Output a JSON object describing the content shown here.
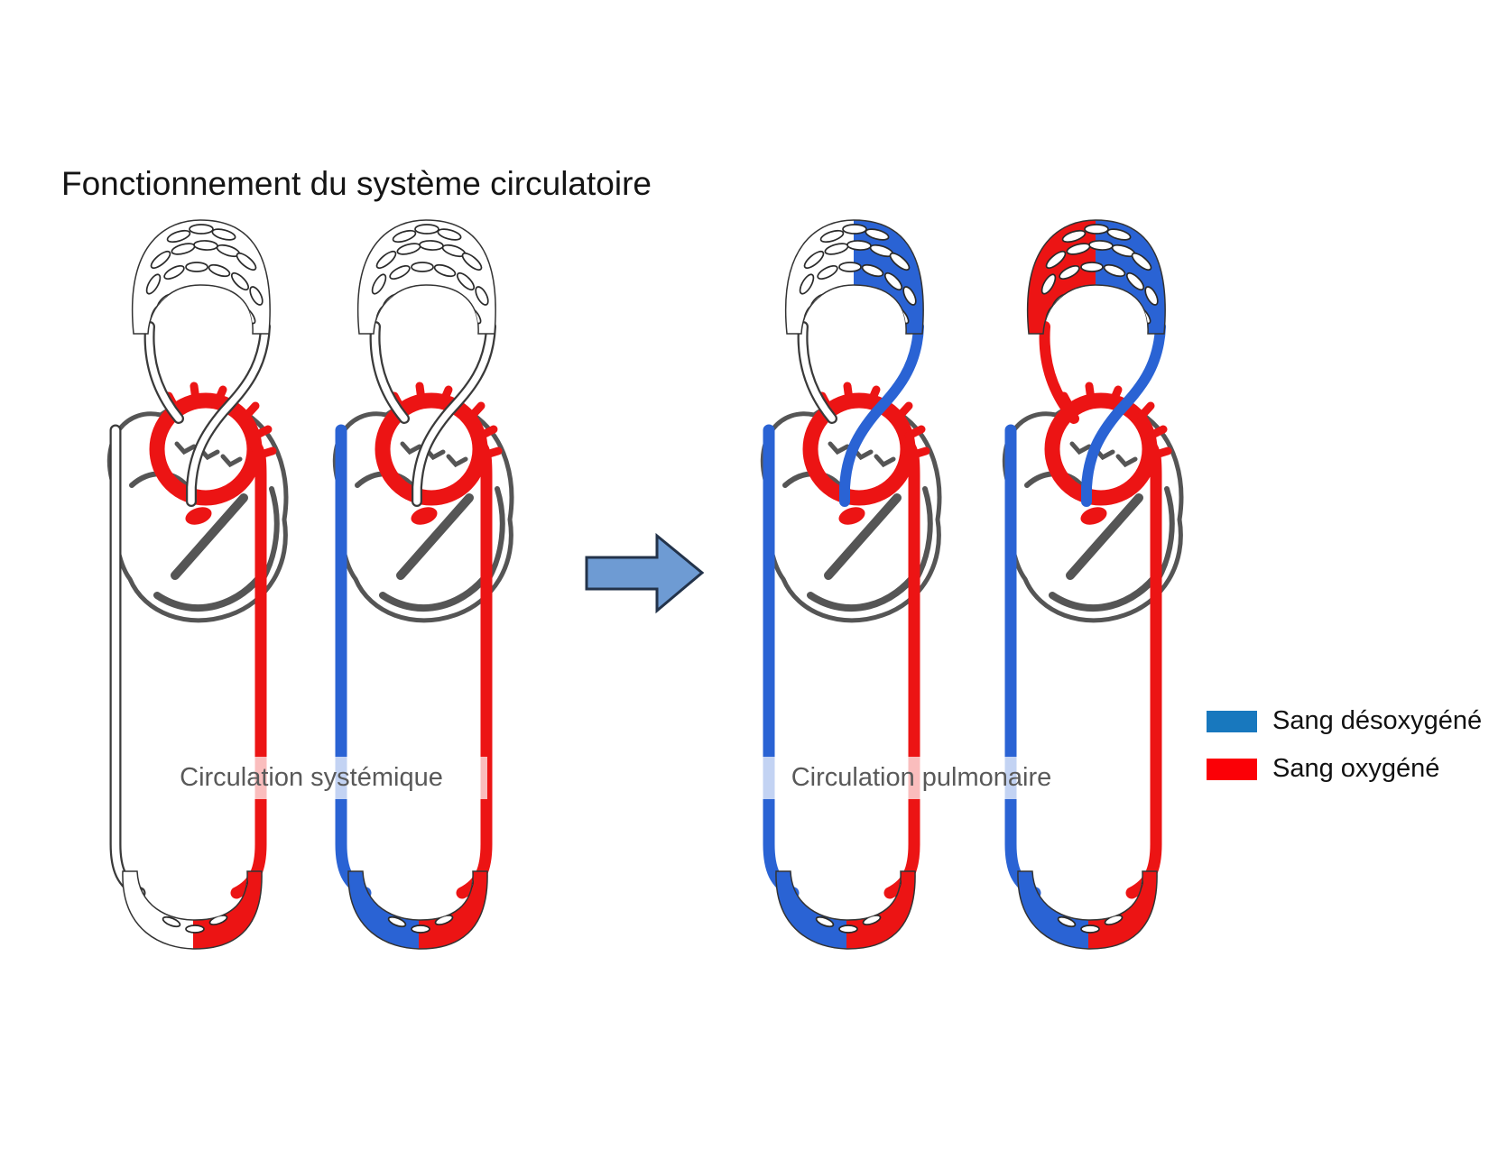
{
  "title": "Fonctionnement du système circulatoire",
  "captions": {
    "systemic": "Circulation systémique",
    "pulmonary": "Circulation pulmonaire"
  },
  "legend": {
    "items": [
      {
        "id": "deoxygenated",
        "label": "Sang désoxygéné",
        "color": "#1878be"
      },
      {
        "id": "oxygenated",
        "label": "Sang oxygéné",
        "color": "#fb0006"
      }
    ]
  },
  "arrow": {
    "direction": "right"
  },
  "palette": {
    "red": "#ec1414",
    "blue": "#2a63d4",
    "outline": "#3a3a3a",
    "heart_sketch": "#555555",
    "arrow_fill": "#6e9bd3",
    "arrow_stroke": "#23334a"
  },
  "diagrams": [
    {
      "name": "systemic-step-1",
      "aorta": "red",
      "vena_cava": "none",
      "pulmonary_artery": "none",
      "pulmonary_vein": "none",
      "lung_capillaries_left": "none",
      "lung_capillaries_right": "none",
      "body_capillaries_left": "none",
      "body_capillaries_right": "red"
    },
    {
      "name": "systemic-step-2",
      "aorta": "red",
      "vena_cava": "blue",
      "pulmonary_artery": "none",
      "pulmonary_vein": "none",
      "lung_capillaries_left": "none",
      "lung_capillaries_right": "none",
      "body_capillaries_left": "blue",
      "body_capillaries_right": "red"
    },
    {
      "name": "pulmonary-step-1",
      "aorta": "red",
      "vena_cava": "blue",
      "pulmonary_artery": "blue",
      "pulmonary_vein": "none",
      "lung_capillaries_left": "none",
      "lung_capillaries_right": "blue",
      "body_capillaries_left": "blue",
      "body_capillaries_right": "red"
    },
    {
      "name": "pulmonary-step-2",
      "aorta": "red",
      "vena_cava": "blue",
      "pulmonary_artery": "blue",
      "pulmonary_vein": "red",
      "lung_capillaries_left": "red",
      "lung_capillaries_right": "blue",
      "body_capillaries_left": "blue",
      "body_capillaries_right": "red"
    }
  ]
}
